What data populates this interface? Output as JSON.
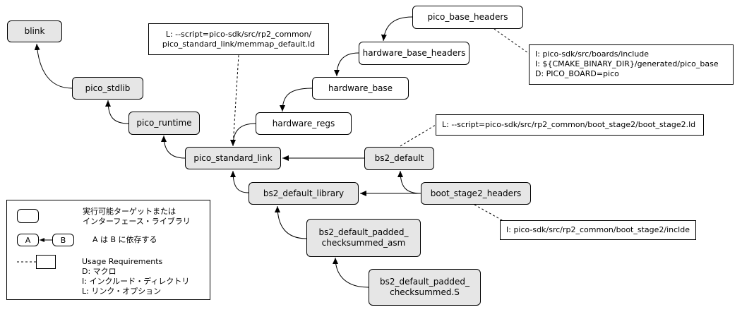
{
  "nodes": {
    "blink": "blink",
    "pico_stdlib": "pico_stdlib",
    "pico_runtime": "pico_runtime",
    "pico_standard_link": "pico_standard_link",
    "bs2_default_library": "bs2_default_library",
    "bs2_default_padded_checksummed_asm": "bs2_default_padded_\nchecksummed_asm",
    "bs2_default_padded_checksummed_S": "bs2_default_padded_\nchecksummed.S",
    "pico_base_headers": "pico_base_headers",
    "hardware_base_headers": "hardware_base_headers",
    "hardware_base": "hardware_base",
    "hardware_regs": "hardware_regs",
    "bs2_default": "bs2_default",
    "boot_stage2_headers": "boot_stage2_headers"
  },
  "notes": {
    "memmap": "L: --script=pico-sdk/src/rp2_common/\npico_standard_link/memmap_default.ld",
    "pico_base_includes": "I: pico-sdk/src/boards/include\nI: ${CMAKE_BINARY_DIR}/generated/pico_base\nD: PICO_BOARD=pico",
    "boot_stage2_script": "L: --script=pico-sdk/src/rp2_common/boot_stage2/boot_stage2.ld",
    "boot_stage2_include": "I: pico-sdk/src/rp2_common/boot_stage2/inclde"
  },
  "legend": {
    "target_desc": "実行可能ターゲットまたは\nインターフェース・ライブラリ",
    "node_a": "A",
    "node_b": "B",
    "depends_desc": "A は B に依存する",
    "usage_desc": "Usage Requirements\n  D: マクロ\n   I: インクルード・ディレクトリ\n  L: リンク・オプション"
  }
}
